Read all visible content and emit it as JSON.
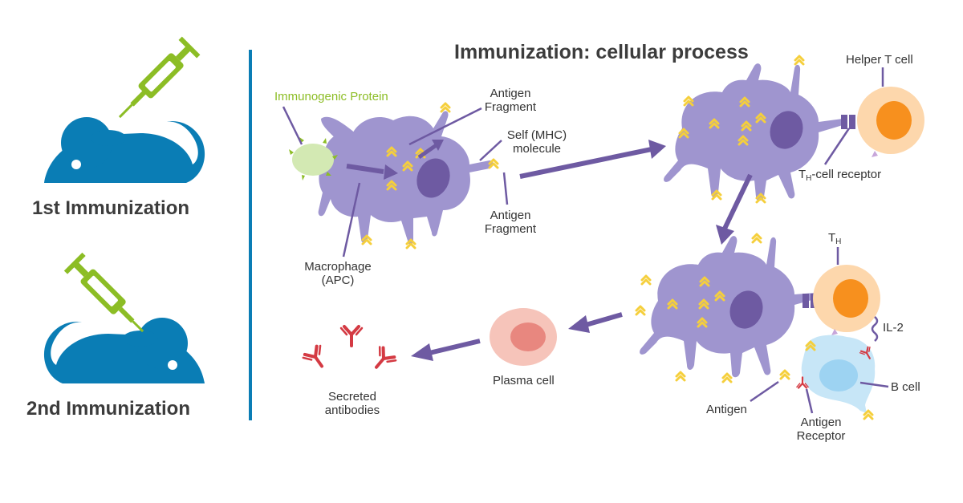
{
  "title": "Immunization: cellular process",
  "immunizations": {
    "first": "1st Immunization",
    "second": "2nd Immunization"
  },
  "labels": {
    "immunogenic_protein": "Immunogenic Protein",
    "antigen_fragment_top": "Antigen Fragment",
    "self_mhc": "Self (MHC) molecule",
    "antigen_fragment_bottom": "Antigen Fragment",
    "macrophage": "Macrophage (APC)",
    "helper_t_cell": "Helper T cell",
    "th_receptor_main": "T",
    "th_receptor_sub": "H",
    "th_receptor_rest": "-cell receptor",
    "th_main": "T",
    "th_sub": "H",
    "il2": "IL-2",
    "b_cell": "B cell",
    "antigen": "Antigen",
    "antigen_receptor": "Antigen Receptor",
    "plasma_cell": "Plasma cell",
    "secreted_antibodies": "Secreted antibodies"
  },
  "colors": {
    "mouse": "#0a7db5",
    "syringe": "#8cbd25",
    "divider": "#0a7db5",
    "macrophage": "#9f95cf",
    "nucleus": "#6e5aa2",
    "arrow": "#6e5aa2",
    "antigen_chevron": "#f5cf3c",
    "t_cell": "#fdd7ac",
    "t_nucleus": "#f7901e",
    "b_cell": "#c7e6f7",
    "b_nucleus": "#9dd3f2",
    "plasma": "#f6c4ba",
    "plasma_nucleus": "#e8877f",
    "antibody": "#d43a43",
    "protein": "#d3e9b3"
  }
}
